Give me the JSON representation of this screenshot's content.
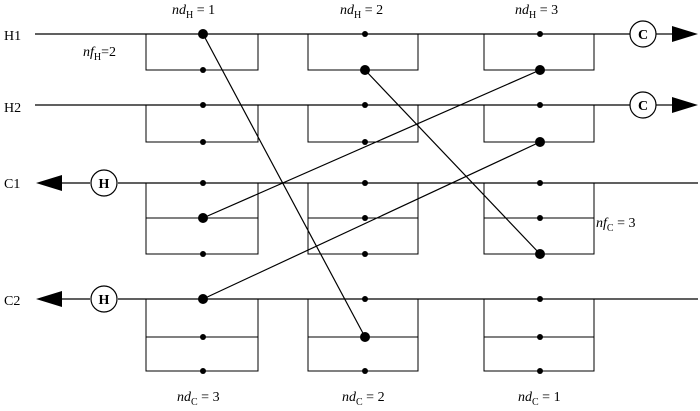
{
  "streams": {
    "h1": "H1",
    "h2": "H2",
    "c1": "C1",
    "c2": "C2"
  },
  "top_labels": [
    {
      "main": "nd",
      "sub": "H",
      "rest": " = 1"
    },
    {
      "main": "nd",
      "sub": "H",
      "rest": " = 2"
    },
    {
      "main": "nd",
      "sub": "H",
      "rest": " = 3"
    }
  ],
  "bottom_labels": [
    {
      "main": "nd",
      "sub": "C",
      "rest": " = 3"
    },
    {
      "main": "nd",
      "sub": "C",
      "rest": " = 2"
    },
    {
      "main": "nd",
      "sub": "C",
      "rest": " = 1"
    }
  ],
  "nf_h": {
    "main": "nf",
    "sub": "H",
    "rest": "=2"
  },
  "nf_c": {
    "main": "nf",
    "sub": "C",
    "rest": " = 3"
  },
  "utilities": {
    "cooler": "C",
    "heater": "H"
  }
}
